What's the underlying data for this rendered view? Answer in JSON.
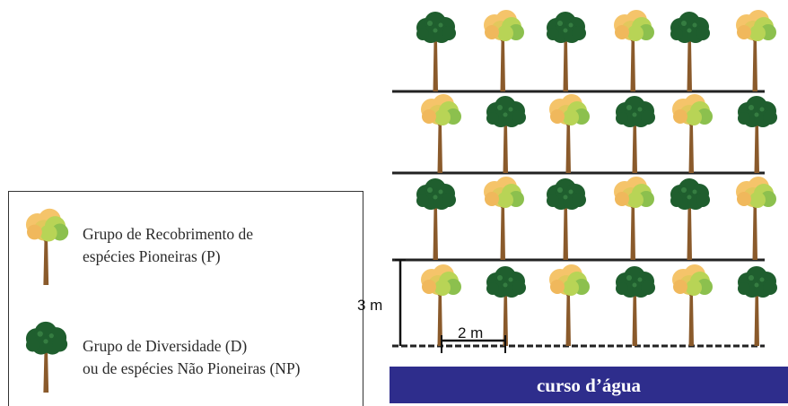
{
  "legend": {
    "pioneer": {
      "line1": "Grupo de Recobrimento de",
      "line2": "espécies Pioneiras (P)"
    },
    "diversity": {
      "line1": "Grupo de Diversidade (D)",
      "line2": "ou de espécies Não Pioneiras  (NP)"
    }
  },
  "measures": {
    "row_spacing": "3 m",
    "tree_spacing": "2 m"
  },
  "river_label": "curso d’água",
  "planting_rows": [
    [
      "D",
      "P",
      "D",
      "P",
      "D",
      "P"
    ],
    [
      "P",
      "D",
      "P",
      "D",
      "P",
      "D"
    ],
    [
      "D",
      "P",
      "D",
      "P",
      "D",
      "P"
    ],
    [
      "P",
      "D",
      "P",
      "D",
      "P",
      "D"
    ]
  ],
  "colors": {
    "pioneer_crown_light": "#f5c46a",
    "pioneer_crown_mid": "#b8d456",
    "diversity_crown": "#1f5e2e",
    "trunk": "#8a5a2b",
    "river": "#2e2d8c"
  }
}
